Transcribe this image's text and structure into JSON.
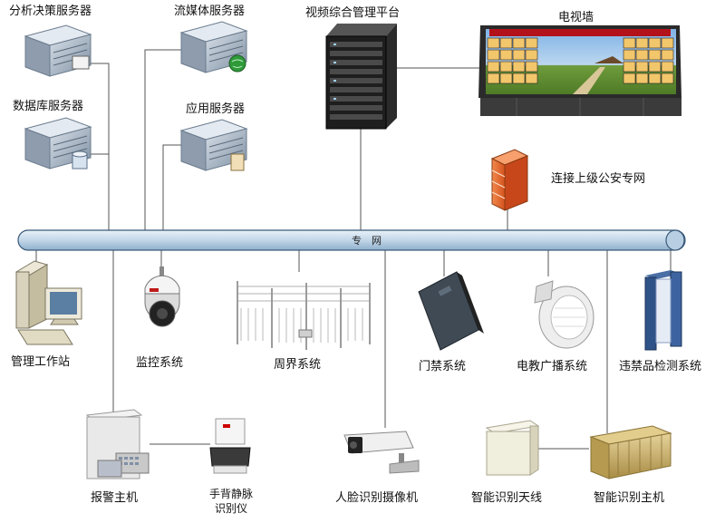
{
  "nodes": {
    "analysis_server": "分析决策服务器",
    "streaming_server": "流媒体服务器",
    "video_platform": "视频综合管理平台",
    "tv_wall": "电视墙",
    "database_server": "数据库服务器",
    "app_server": "应用服务器",
    "superior_police_network": "连接上级公安专网",
    "management_workstation": "管理工作站",
    "monitoring_system": "监控系统",
    "perimeter_system": "周界系统",
    "access_control_system": "门禁系统",
    "broadcast_system": "电教广播系统",
    "contraband_detection": "违禁品检测系统",
    "alarm_host": "报警主机",
    "vein_reader_line1": "手背静脉",
    "vein_reader_line2": "识别仪",
    "face_camera": "人脸识别摄像机",
    "smart_antenna": "智能识别天线",
    "smart_host": "智能识别主机"
  },
  "bus": {
    "label": "专　网"
  },
  "colors": {
    "bus_fill": "#cfe0ee",
    "bus_stroke": "#2a4a6a",
    "firewall": "#e8632a",
    "server_body": "#9aa7b5"
  }
}
